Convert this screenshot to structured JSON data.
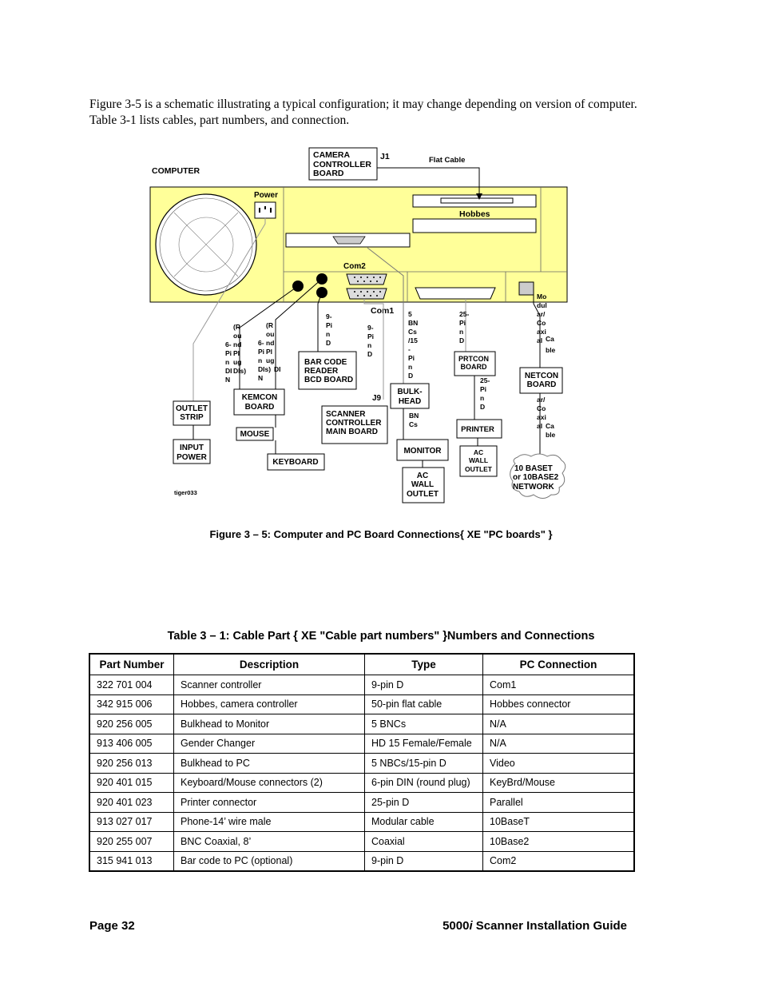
{
  "intro": {
    "text": "Figure 3-5 is a schematic illustrating a typical configuration; it may change depending on version of computer. Table 3-1 lists cables, part numbers, and connection."
  },
  "diagram": {
    "computer_label": "COMPUTER",
    "camera_board": [
      "CAMERA",
      "CONTROLLER",
      "BOARD"
    ],
    "j1_label": "J1",
    "flat_cable_label": "Flat Cable",
    "power_label": "Power",
    "hobbes_label": "Hobbes",
    "com2_label": "Com2",
    "com1_label": "Com1",
    "j9_label": "J9",
    "modular_cable_text": [
      "Mo",
      "dul",
      "ar/",
      "Co",
      "axi",
      "al"
    ],
    "cable_word_1": [
      "Ca",
      "ble"
    ],
    "round_plug_1": [
      "(R",
      "ou",
      "nd",
      "Pl",
      "ug",
      "DIs)"
    ],
    "six_pin_1": [
      "6-",
      "Pi",
      "n",
      "DI",
      "N"
    ],
    "round_plug_2": [
      "(R",
      "ou",
      "nd",
      "Pl",
      "ug",
      "DIs)"
    ],
    "six_pin_2": [
      "6-",
      "Pi",
      "n",
      "DI",
      "N"
    ],
    "nine_pin_1": [
      "9-",
      "Pi",
      "n",
      "D"
    ],
    "nine_pin_2": [
      "9-",
      "Pi",
      "n",
      "D"
    ],
    "five_bncs": [
      "5",
      "BN",
      "Cs",
      "/15",
      "-",
      "Pi",
      "n",
      "D"
    ],
    "twentyfive_pin_1": [
      "25-",
      "Pi",
      "n",
      "D"
    ],
    "twentyfive_pin_2": [
      "25-",
      "Pi",
      "n",
      "D"
    ],
    "bncs_label": [
      "BN",
      "Cs"
    ],
    "coaxial_cable_text": [
      "ar/",
      "Co",
      "axi",
      "al"
    ],
    "cable_word_2": [
      "Ca",
      "ble"
    ],
    "outlet_strip": [
      "OUTLET",
      "STRIP"
    ],
    "input_power": [
      "INPUT",
      "POWER"
    ],
    "kemcon_board": [
      "KEMCON",
      "BOARD"
    ],
    "mouse": "MOUSE",
    "keyboard": "KEYBOARD",
    "barcode_board": [
      "BAR CODE",
      "READER",
      "BCD BOARD"
    ],
    "scanner_board": [
      "SCANNER",
      "CONTROLLER",
      "MAIN BOARD"
    ],
    "bulkhead": [
      "BULK-",
      "HEAD"
    ],
    "monitor": "MONITOR",
    "ac_wall_outlet_1": [
      "AC",
      "WALL",
      "OUTLET"
    ],
    "prtcon_board": [
      "PRTCON",
      "BOARD"
    ],
    "printer": "PRINTER",
    "ac_wall_outlet_2": [
      "AC",
      "WALL",
      "OUTLET"
    ],
    "netcon_board": [
      "NETCON",
      "BOARD"
    ],
    "network_cloud": [
      "10 BASET",
      "or 10BASE2",
      "NETWORK"
    ],
    "tiger_label": "tiger033",
    "colors": {
      "computer_body": "#ffff99",
      "line": "#000000"
    }
  },
  "figure_caption": "Figure 3 – 5:  Computer and PC Board Connections{ XE \"PC boards\" }",
  "table_title": "Table 3 – 1:  Cable Part { XE \"Cable part numbers\" }Numbers and Connections",
  "table": {
    "headers": [
      "Part Number",
      "Description",
      "Type",
      "PC Connection"
    ],
    "rows": [
      [
        "322 701 004",
        "Scanner controller",
        "9-pin D",
        "Com1"
      ],
      [
        "342 915 006",
        "Hobbes, camera controller",
        "50-pin flat cable",
        "Hobbes connector"
      ],
      [
        "920 256 005",
        "Bulkhead to Monitor",
        "5 BNCs",
        "N/A"
      ],
      [
        "913 406 005",
        "Gender Changer",
        "HD 15 Female/Female",
        "N/A"
      ],
      [
        "920 256 013",
        "Bulkhead to PC",
        "5 NBCs/15-pin D",
        "Video"
      ],
      [
        "920 401 015",
        "Keyboard/Mouse connectors (2)",
        "6-pin DIN (round plug)",
        "KeyBrd/Mouse"
      ],
      [
        "920 401 023",
        "Printer connector",
        "25-pin D",
        "Parallel"
      ],
      [
        "913 027 017",
        "Phone-14’ wire male",
        "Modular cable",
        "10BaseT"
      ],
      [
        "920 255 007",
        "BNC Coaxial, 8’",
        "Coaxial",
        "10Base2"
      ],
      [
        "315 941 013",
        "Bar code to PC (optional)",
        "9-pin D",
        "Com2"
      ]
    ]
  },
  "footer": {
    "page": "Page 32",
    "model": "5000",
    "model_suffix": "i",
    "guide": " Scanner Installation Guide"
  }
}
